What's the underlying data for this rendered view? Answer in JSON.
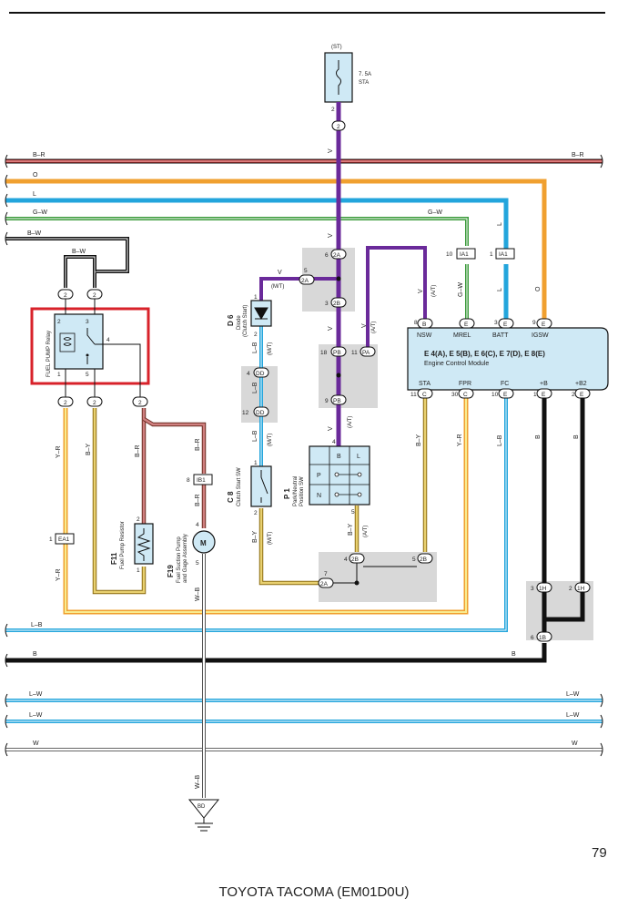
{
  "colors": {
    "violet": "#6a2a9a",
    "orange": "#f0a030",
    "light_blue": "#23a5dc",
    "green": "#3a9a3a",
    "red": "#c82a2a",
    "brown": "#a05040",
    "yellow": "#e8d070",
    "black": "#1a1a1a",
    "highlight_box": "#d8222a",
    "gray_zone": "#d8d8d8",
    "component_fill": "#cfe9f5"
  },
  "fuse": {
    "top_label": "(ST)",
    "rating": "7. 5A",
    "name": "STA",
    "pin": "2",
    "conn": "2"
  },
  "buses": {
    "b_r": "B–R",
    "o": "O",
    "l": "L",
    "g_w": "G–W",
    "b_w": "B–W",
    "l_b": "L–B",
    "b": "B",
    "l_w": "L–W",
    "w": "W"
  },
  "wires": {
    "v": "V",
    "mt": "(M/T)",
    "at": "(A/T)",
    "l_b": "L–B",
    "b_y": "B–Y",
    "y_r": "Y–R",
    "b_r": "B–R",
    "w_b": "W–B",
    "g_w": "G–W",
    "l": "L",
    "o": "O",
    "b": "B",
    "b_w": "B–W"
  },
  "connectors": {
    "c2": "2",
    "c2a": "2A",
    "c2b": "2B",
    "pb": "PB",
    "pa": "PA",
    "dd": "DD",
    "ia1": "IA1",
    "ea1": "EA1",
    "ib1": "IB1",
    "ih": "1H",
    "ib": "1B",
    "bd": "BD",
    "b": "B",
    "e": "E",
    "c": "C"
  },
  "pins": {
    "p1": "1",
    "p2": "2",
    "p3": "3",
    "p4": "4",
    "p5": "5",
    "p6": "6",
    "p7": "7",
    "p8": "8",
    "p9": "9",
    "p10": "10",
    "p11": "11",
    "p12": "12",
    "p18": "18",
    "p30": "30"
  },
  "relay": {
    "name": "FUEL PUMP Relay"
  },
  "diode": {
    "code": "D 6",
    "name1": "Diode",
    "name2": "(Clutch Start)"
  },
  "clutch_sw": {
    "code": "C 8",
    "name": "Clutch Start SW"
  },
  "park_sw": {
    "code": "P 1",
    "name1": "Park/Neutral",
    "name2": "Position SW",
    "col_b": "B",
    "col_l": "L",
    "row_p": "P",
    "row_n": "N"
  },
  "resistor": {
    "code": "F11",
    "name": "Fuel Pump Resistor"
  },
  "pump": {
    "code": "F19",
    "name1": "Fuel Suction Pump",
    "name2": "and Gage Assembly",
    "symbol": "M"
  },
  "ecm": {
    "title": "E 4(A), E 5(B), E 6(C), E 7(D), E 8(E)",
    "name": "Engine Control Module",
    "top_terms": [
      "NSW",
      "MREL",
      "BATT",
      "IGSW"
    ],
    "bottom_terms": [
      "STA",
      "FPR",
      "FC",
      "+B",
      "+B2"
    ]
  },
  "page_number": "79",
  "footer": "TOYOTA TACOMA (EM01D0U)"
}
